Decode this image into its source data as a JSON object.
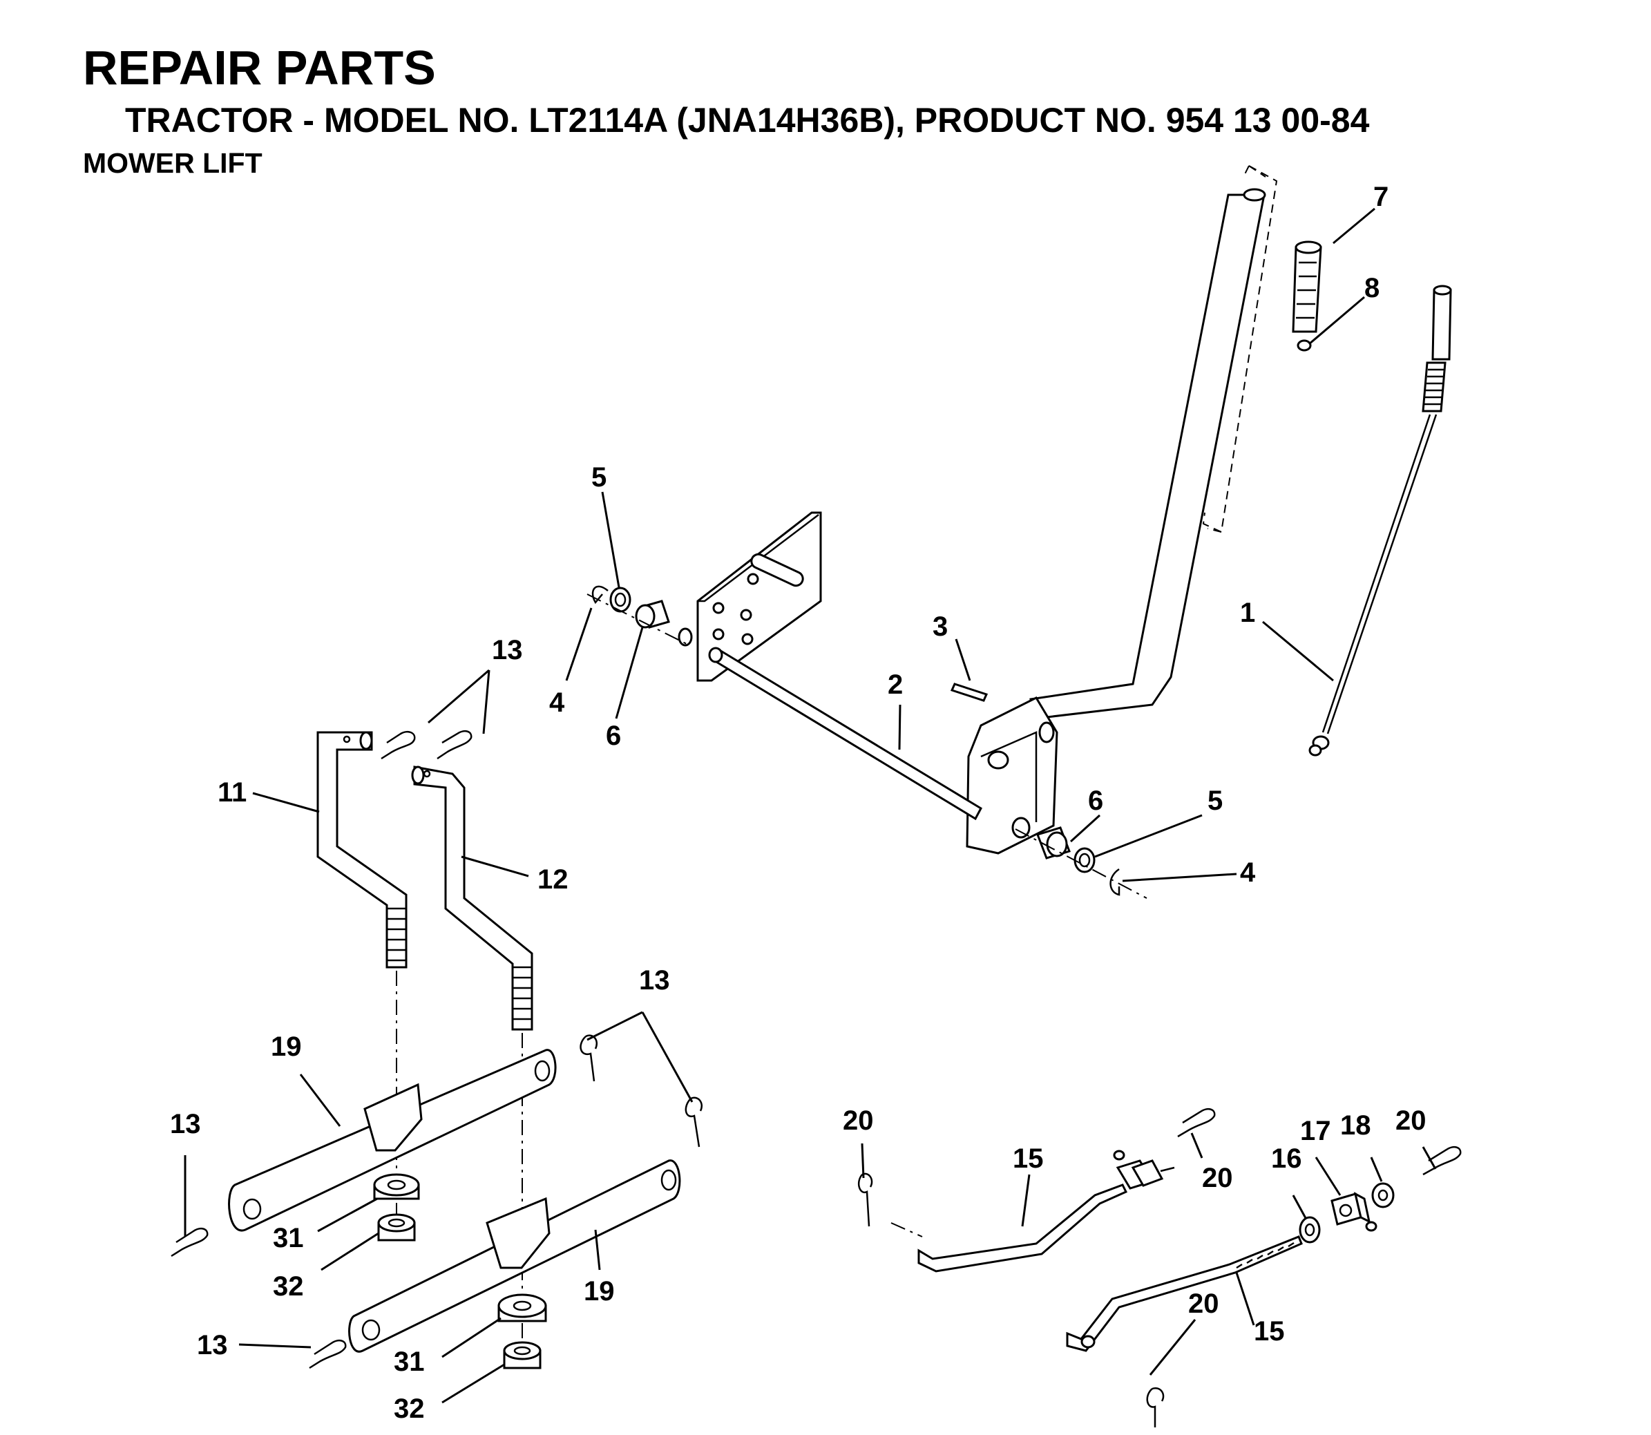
{
  "header": {
    "title": "REPAIR PARTS",
    "subtitle": "TRACTOR - MODEL NO. LT2114A (JNA14H36B), PRODUCT NO. 954 13 00-84",
    "section": "MOWER LIFT"
  },
  "callouts": [
    "7",
    "8",
    "5",
    "3",
    "1",
    "13",
    "4",
    "6",
    "2",
    "11",
    "12",
    "6",
    "5",
    "4",
    "13",
    "19",
    "13",
    "20",
    "15",
    "20",
    "17",
    "18",
    "20",
    "16",
    "31",
    "32",
    "19",
    "13",
    "31",
    "32",
    "20",
    "15"
  ],
  "colors": {
    "ink": "#000000",
    "paper": "#ffffff"
  }
}
